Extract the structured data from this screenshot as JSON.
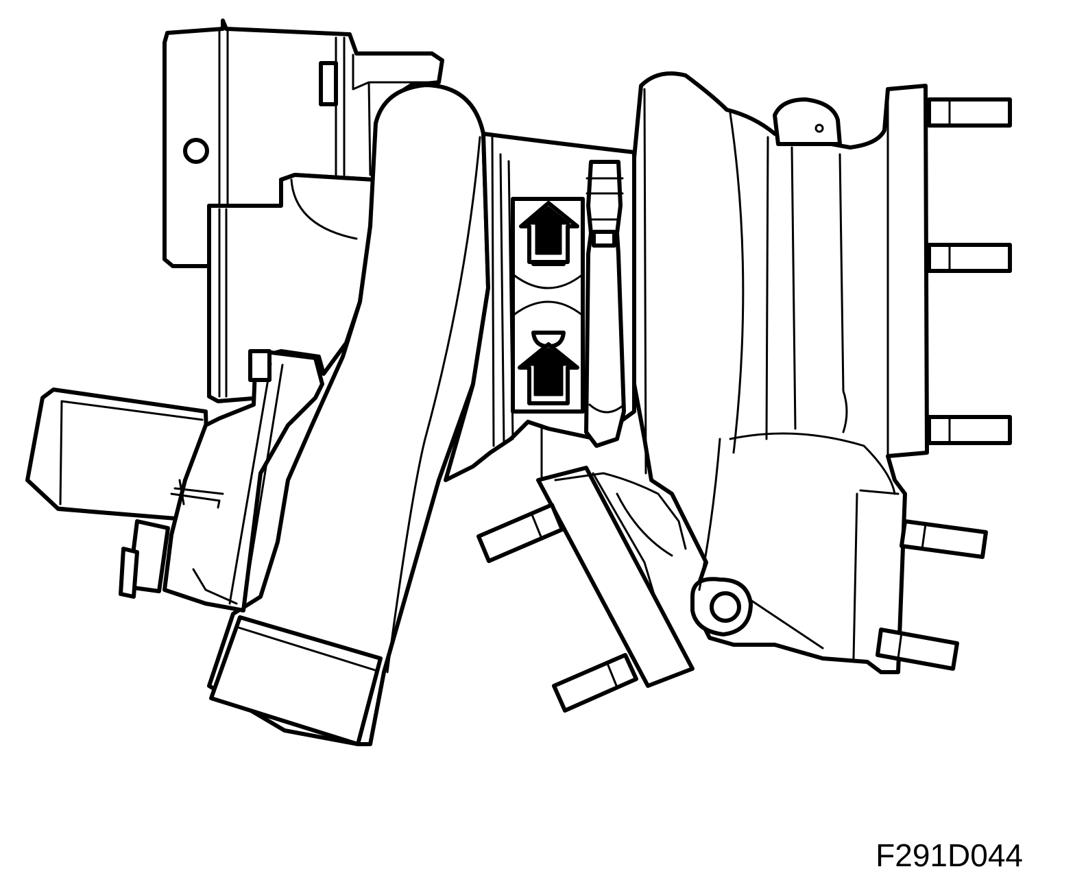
{
  "figure": {
    "code": "F291D044"
  },
  "colors": {
    "line": "#000000",
    "background": "#ffffff",
    "arrow_fill": "#000000"
  },
  "callouts": [
    {
      "name": "upper-arrow",
      "direction": "up"
    },
    {
      "name": "lower-arrow",
      "direction": "up"
    }
  ]
}
